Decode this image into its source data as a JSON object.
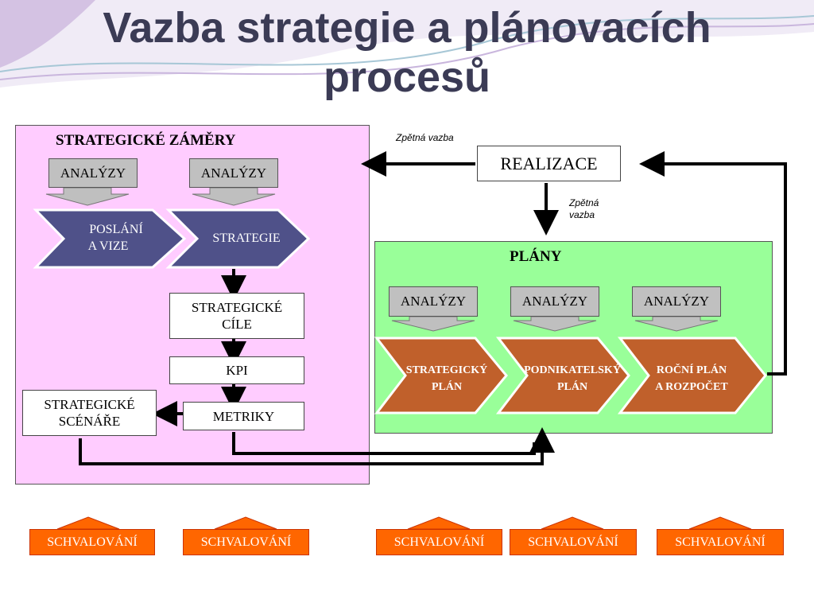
{
  "title": {
    "line1": "Vazba strategie a plánovacích",
    "line2": "procesů"
  },
  "strategic": {
    "header": "STRATEGICKÉ ZÁMĚRY",
    "analysis1": "ANALÝZY",
    "analysis2": "ANALÝZY",
    "mission_line1": "POSLÁNÍ",
    "mission_line2": "A VIZE",
    "strategy": "STRATEGIE",
    "goals_line1": "STRATEGICKÉ",
    "goals_line2": "CÍLE",
    "kpi": "KPI",
    "metrics": "METRIKY",
    "scenarios_line1": "STRATEGICKÉ",
    "scenarios_line2": "SCÉNÁŘE"
  },
  "feedback": {
    "top": "Zpětná vazba",
    "side_line1": "Zpětná",
    "side_line2": "vazba"
  },
  "realization": "REALIZACE",
  "plans": {
    "header": "PLÁNY",
    "analysis1": "ANALÝZY",
    "analysis2": "ANALÝZY",
    "analysis3": "ANALÝZY",
    "strategic_plan_line1": "STRATEGICKÝ",
    "strategic_plan_line2": "PLÁN",
    "business_plan_line1": "PODNIKATELSKÝ",
    "business_plan_line2": "PLÁN",
    "annual_plan_line1": "ROČNÍ PLÁN",
    "annual_plan_line2": "A ROZPOČET"
  },
  "approvals": [
    "SCHVALOVÁNÍ",
    "SCHVALOVÁNÍ",
    "SCHVALOVÁNÍ",
    "SCHVALOVÁNÍ",
    "SCHVALOVÁNÍ"
  ],
  "colors": {
    "pink_panel": "#ffccff",
    "green_panel": "#99ff99",
    "navy_chevron": "#4f5189",
    "orange_chevron": "#c0602b",
    "approval_orange": "#ff6600",
    "title_color": "#3b3b55"
  }
}
